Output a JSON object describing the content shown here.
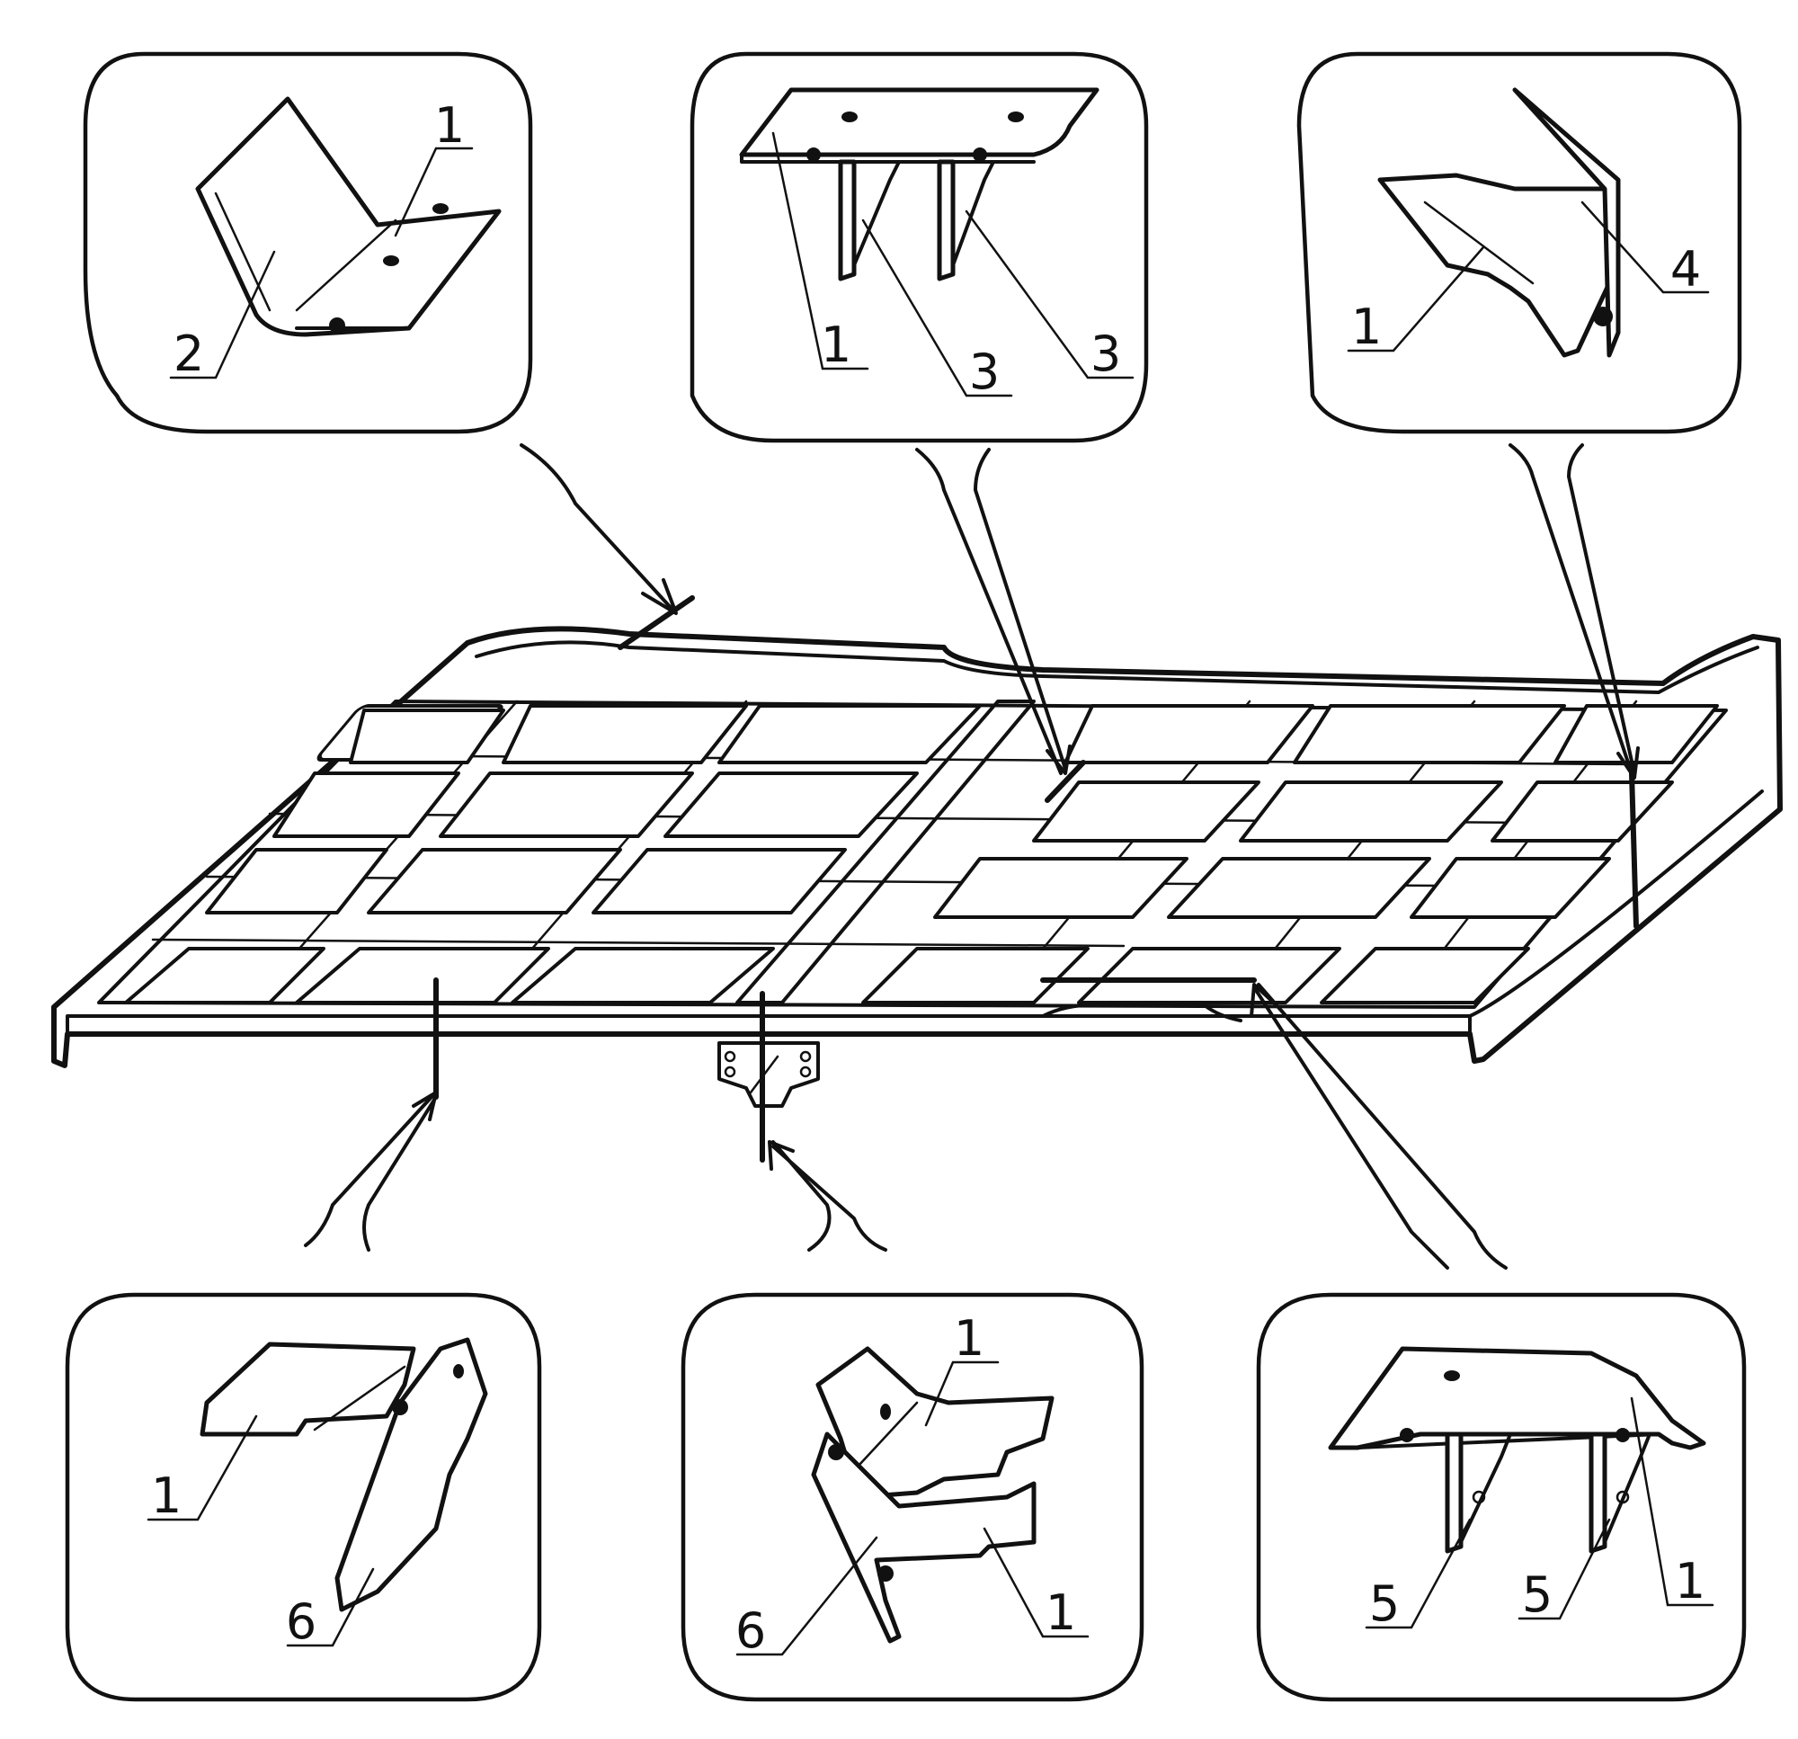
{
  "callouts": {
    "top_left": {
      "labels": [
        "1",
        "2"
      ]
    },
    "top_center": {
      "labels": [
        "1",
        "3",
        "3"
      ]
    },
    "top_right": {
      "labels": [
        "4",
        "1"
      ]
    },
    "bottom_left": {
      "labels": [
        "1",
        "6"
      ]
    },
    "bottom_center": {
      "labels": [
        "1",
        "6",
        "1"
      ]
    },
    "bottom_right": {
      "labels": [
        "1",
        "5",
        "5"
      ]
    }
  }
}
